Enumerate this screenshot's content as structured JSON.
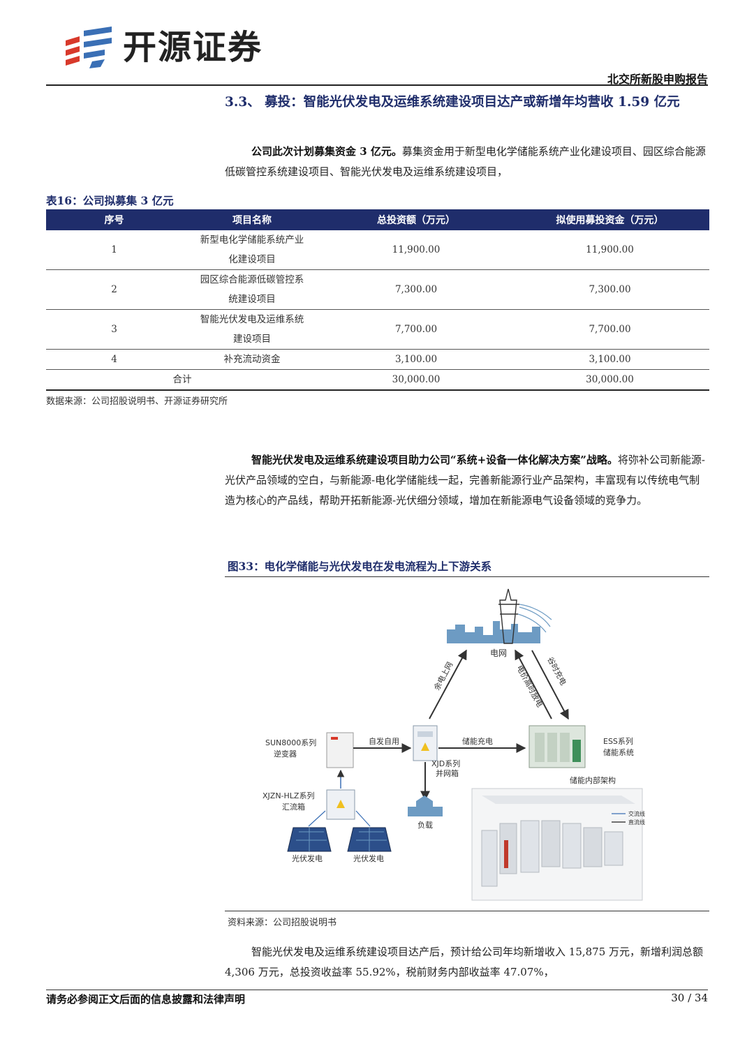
{
  "header": {
    "logo_text": "开源证券",
    "report_type": "北交所新股申购报告"
  },
  "section": {
    "title": "3.3、  募投：智能光伏发电及运维系统建设项目达产或新增年均营收 1.59 亿元",
    "p1_bold": "公司此次计划募集资金 3 亿元。",
    "p1_rest": "募集资金用于新型电化学储能系统产业化建设项目、园区综合能源低碳管控系统建设项目、智能光伏发电及运维系统建设项目，"
  },
  "table": {
    "title": "表16：公司拟募集 3 亿元",
    "headers": [
      "序号",
      "项目名称",
      "总投资额（万元）",
      "拟使用募投资金（万元）"
    ],
    "rows": [
      {
        "no": "1",
        "name_l1": "新型电化学储能系统产业",
        "name_l2": "化建设项目",
        "total": "11,900.00",
        "raised": "11,900.00"
      },
      {
        "no": "2",
        "name_l1": "园区综合能源低碳管控系",
        "name_l2": "统建设项目",
        "total": "7,300.00",
        "raised": "7,300.00"
      },
      {
        "no": "3",
        "name_l1": "智能光伏发电及运维系统",
        "name_l2": "建设项目",
        "total": "7,700.00",
        "raised": "7,700.00"
      },
      {
        "no": "4",
        "name_l1": "补充流动资金",
        "total": "3,100.00",
        "raised": "3,100.00"
      }
    ],
    "total_row": {
      "label": "合计",
      "total": "30,000.00",
      "raised": "30,000.00"
    },
    "source": "数据来源：公司招股说明书、开源证券研究所"
  },
  "para2": {
    "bold": "智能光伏发电及运维系统建设项目助力公司“系统+设备一体化解决方案”战略。",
    "rest": "将弥补公司新能源-光伏产品领域的空白，与新能源-电化学储能线一起，完善新能源行业产品架构，丰富现有以传统电气制造为核心的产品线，帮助开拓新能源-光伏细分领域，增加在新能源电气设备领域的竞争力。"
  },
  "figure": {
    "title": "图33：电化学储能与光伏发电在发电流程为上下游关系",
    "labels": {
      "grid": "电网",
      "surplus": "余电上网",
      "discharge": "电价高时放电",
      "charge": "谷时充电",
      "inverter_1": "SUN8000系列",
      "inverter_2": "逆变器",
      "self_use": "自发自用",
      "storage_charge": "储能充电",
      "ess_1": "ESS系列",
      "ess_2": "储能系统",
      "xjd_1": "XJD系列",
      "xjd_2": "并网箱",
      "combiner_1": "XJZN-HLZ系列",
      "combiner_2": "汇流箱",
      "load": "负载",
      "pv_1": "光伏发电",
      "pv_2": "光伏发电",
      "internal": "储能内部架构",
      "legend_ac": "交流线",
      "legend_dc": "直流线"
    },
    "source": "资料来源：公司招股说明书"
  },
  "para3": {
    "text": "智能光伏发电及运维系统建设项目达产后，预计给公司年均新增收入 15,875 万元，新增利润总额 4,306 万元，总投资收益率 55.92%，税前财务内部收益率 47.07%，"
  },
  "footer": {
    "disclaimer": "请务必参阅正文后面的信息披露和法律声明",
    "page": "30 / 34"
  }
}
